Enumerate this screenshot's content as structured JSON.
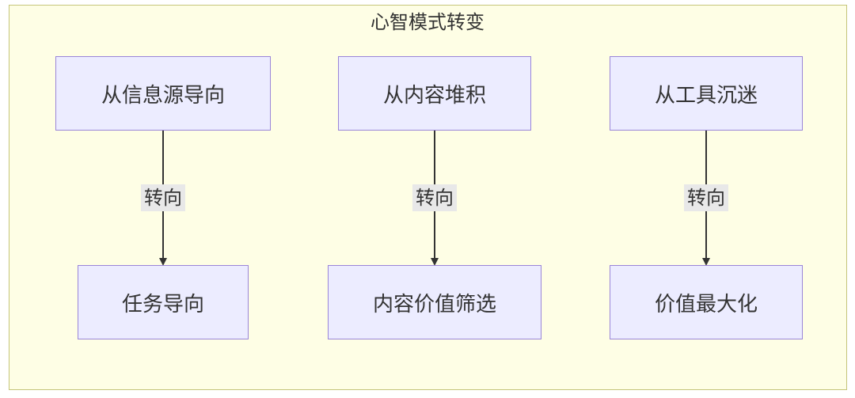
{
  "diagram": {
    "title": "心智模式转变",
    "columns": [
      {
        "from": "从信息源导向",
        "edge_label": "转向",
        "to": "任务导向"
      },
      {
        "from": "从内容堆积",
        "edge_label": "转向",
        "to": "内容价值筛选"
      },
      {
        "from": "从工具沉迷",
        "edge_label": "转向",
        "to": "价值最大化"
      }
    ]
  },
  "colors": {
    "frame_fill": "#fefee5",
    "frame_border": "#c5c57a",
    "node_fill": "#ececff",
    "node_border": "#9a85d8",
    "edge": "#333333",
    "edge_label_bg": "#e8e8e8"
  }
}
